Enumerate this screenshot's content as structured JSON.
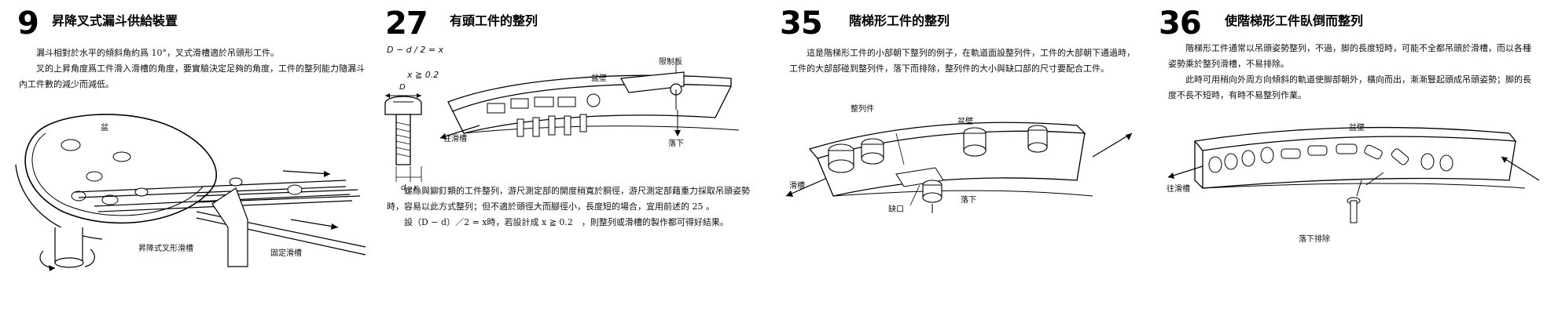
{
  "sections": [
    {
      "number": "9",
      "title": "昇降叉式漏斗供給裝置",
      "paragraphs": [
        "漏斗相對於水平的傾斜角約爲 10°，叉式滑槽適於吊頭形工件。",
        "叉的上昇角度爲工件滑入滑槽的角度，要實驗決定足夠的角度，工件的整列能力隨漏斗內工件數的減少而減低。"
      ],
      "labels": {
        "bowl": "盆",
        "fork_chute": "昇降式叉形滑槽",
        "fixed_chute": "固定滑槽"
      }
    },
    {
      "number": "27",
      "title": "有頭工件的整列",
      "formula_1": "D − d / 2 = x",
      "formula_2": "x ≧ 0.2",
      "dim_D": "D",
      "dim_d": "d",
      "dim_x": "x",
      "paragraphs": [
        "螺絲與鉚釘類的工件整列，游尺測定部的開度稍寬於胴徑，游尺測定部藉重力採取吊頭姿勢時，容易以此方式整列；但不適於頭徑大而腳徑小，長度短的場合，宜用前述的 25 。",
        "設（D − d）／2 = x時，若設計成 x ≧ 0.2　，則整列或滑槽的製作都可得好結果。"
      ],
      "labels": {
        "bowl_wall": "盆壁",
        "limit_plate": "限制板",
        "to_chute": "往滑槽",
        "drop": "落下"
      }
    },
    {
      "number": "35",
      "title": "階梯形工件的整列",
      "paragraphs": [
        "這是階梯形工件的小部朝下整列的例子，在軌道面設整列件，工件的大部朝下通過時，工件的大部部碰到整列件，落下而排除，整列件的大小與缺口部的尺寸要配合工件。"
      ],
      "labels": {
        "aligner": "整列件",
        "bowl_wall": "盆壁",
        "chute": "滑槽",
        "notch": "缺口",
        "drop": "落下"
      }
    },
    {
      "number": "36",
      "title": "使階梯形工件臥倒而整列",
      "paragraphs": [
        "階梯形工件通常以吊頭姿勢整列，不過，脚的長度短時，可能不全都吊頭於滑槽，而以各種姿勢乘於整列滑槽，不易排除。",
        "此時可用稍向外周方向傾斜的軌道使脚部朝外，橫向而出，漸漸豎起頭成吊頭姿勢；脚的長度不長不短時，有時不易整列作業。"
      ],
      "labels": {
        "bowl_wall": "盆壁",
        "to_chute": "往滑槽",
        "drop_remove": "落下排除"
      }
    }
  ]
}
